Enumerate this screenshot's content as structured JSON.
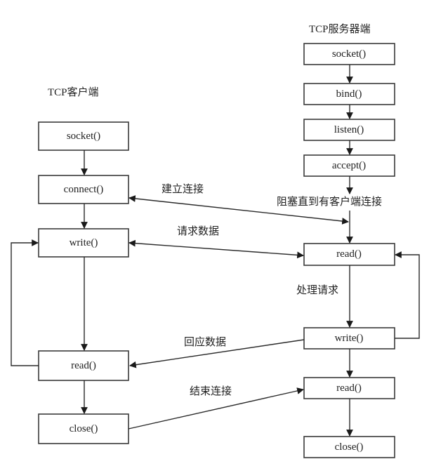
{
  "client": {
    "title": "TCP客户端",
    "steps": [
      {
        "id": "c_socket",
        "label": "socket()"
      },
      {
        "id": "c_connect",
        "label": "connect()"
      },
      {
        "id": "c_write",
        "label": "write()"
      },
      {
        "id": "c_read",
        "label": "read()"
      },
      {
        "id": "c_close",
        "label": "close()"
      }
    ]
  },
  "server": {
    "title": "TCP服务器端",
    "steps": [
      {
        "id": "s_socket",
        "label": "socket()"
      },
      {
        "id": "s_bind",
        "label": "bind()"
      },
      {
        "id": "s_listen",
        "label": "listen()"
      },
      {
        "id": "s_accept",
        "label": "accept()"
      },
      {
        "id": "s_read",
        "label": "read()"
      },
      {
        "id": "s_write",
        "label": "write()"
      },
      {
        "id": "s_read2",
        "label": "read()"
      },
      {
        "id": "s_close",
        "label": "close()"
      }
    ],
    "block_note": "阻塞直到有客户端连接",
    "process_note": "处理请求"
  },
  "exchanges": [
    {
      "label": "建立连接",
      "from": "c_connect",
      "to": "s_accept",
      "bidirectional": true
    },
    {
      "label": "请求数据",
      "from": "c_write",
      "to": "s_read",
      "bidirectional": true
    },
    {
      "label": "回应数据",
      "from": "s_write",
      "to": "c_read",
      "bidirectional": false
    },
    {
      "label": "结束连接",
      "from": "c_close",
      "to": "s_read2",
      "bidirectional": false
    }
  ]
}
